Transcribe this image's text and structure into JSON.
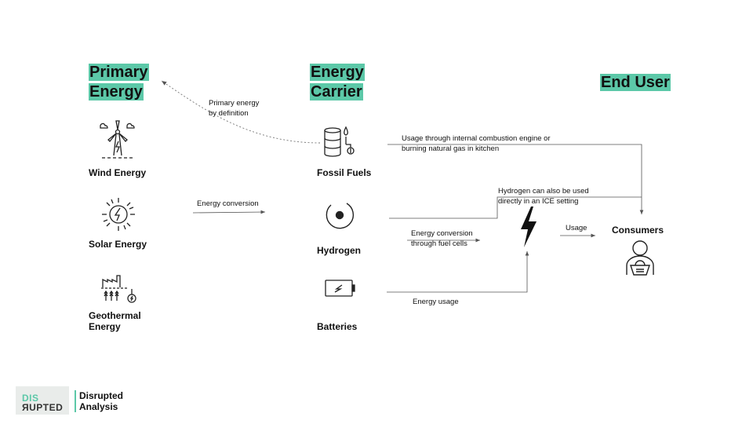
{
  "headers": {
    "primary": [
      "Primary",
      "Energy"
    ],
    "carrier": [
      "Energy",
      "Carrier"
    ],
    "end_user": "End User"
  },
  "primary_sources": {
    "wind": "Wind Energy",
    "solar": "Solar Energy",
    "geothermal": [
      "Geothermal",
      "Energy"
    ]
  },
  "carriers": {
    "fossil": "Fossil Fuels",
    "hydrogen": "Hydrogen",
    "batteries": "Batteries"
  },
  "consumers": "Consumers",
  "notes": {
    "primary_by_definition": [
      "Primary energy",
      "by definition"
    ],
    "energy_conversion": "Energy conversion",
    "ice_usage": [
      "Usage through internal combustion engine or",
      "burning natural gas in kitchen"
    ],
    "hydrogen_ice": [
      "Hydrogen can also be used",
      "directly in an ICE setting"
    ],
    "fuel_cells": [
      "Energy conversion",
      "through fuel cells"
    ],
    "usage": "Usage",
    "energy_usage": "Energy usage"
  },
  "icons": {
    "wind": "wind-turbine-icon",
    "solar": "sun-icon",
    "geothermal": "geothermal-plant-icon",
    "fossil": "oil-barrels-icon",
    "hydrogen": "hydrogen-atom-icon",
    "batteries": "battery-icon",
    "electricity": "lightning-bolt-icon",
    "consumers": "shopper-icon"
  },
  "logo": {
    "top": "DIS",
    "bottom": "ЯUPTED",
    "name": [
      "Disrupted",
      "Analysis"
    ]
  },
  "colors": {
    "accent": "#5cc8a8",
    "line": "#555555"
  }
}
